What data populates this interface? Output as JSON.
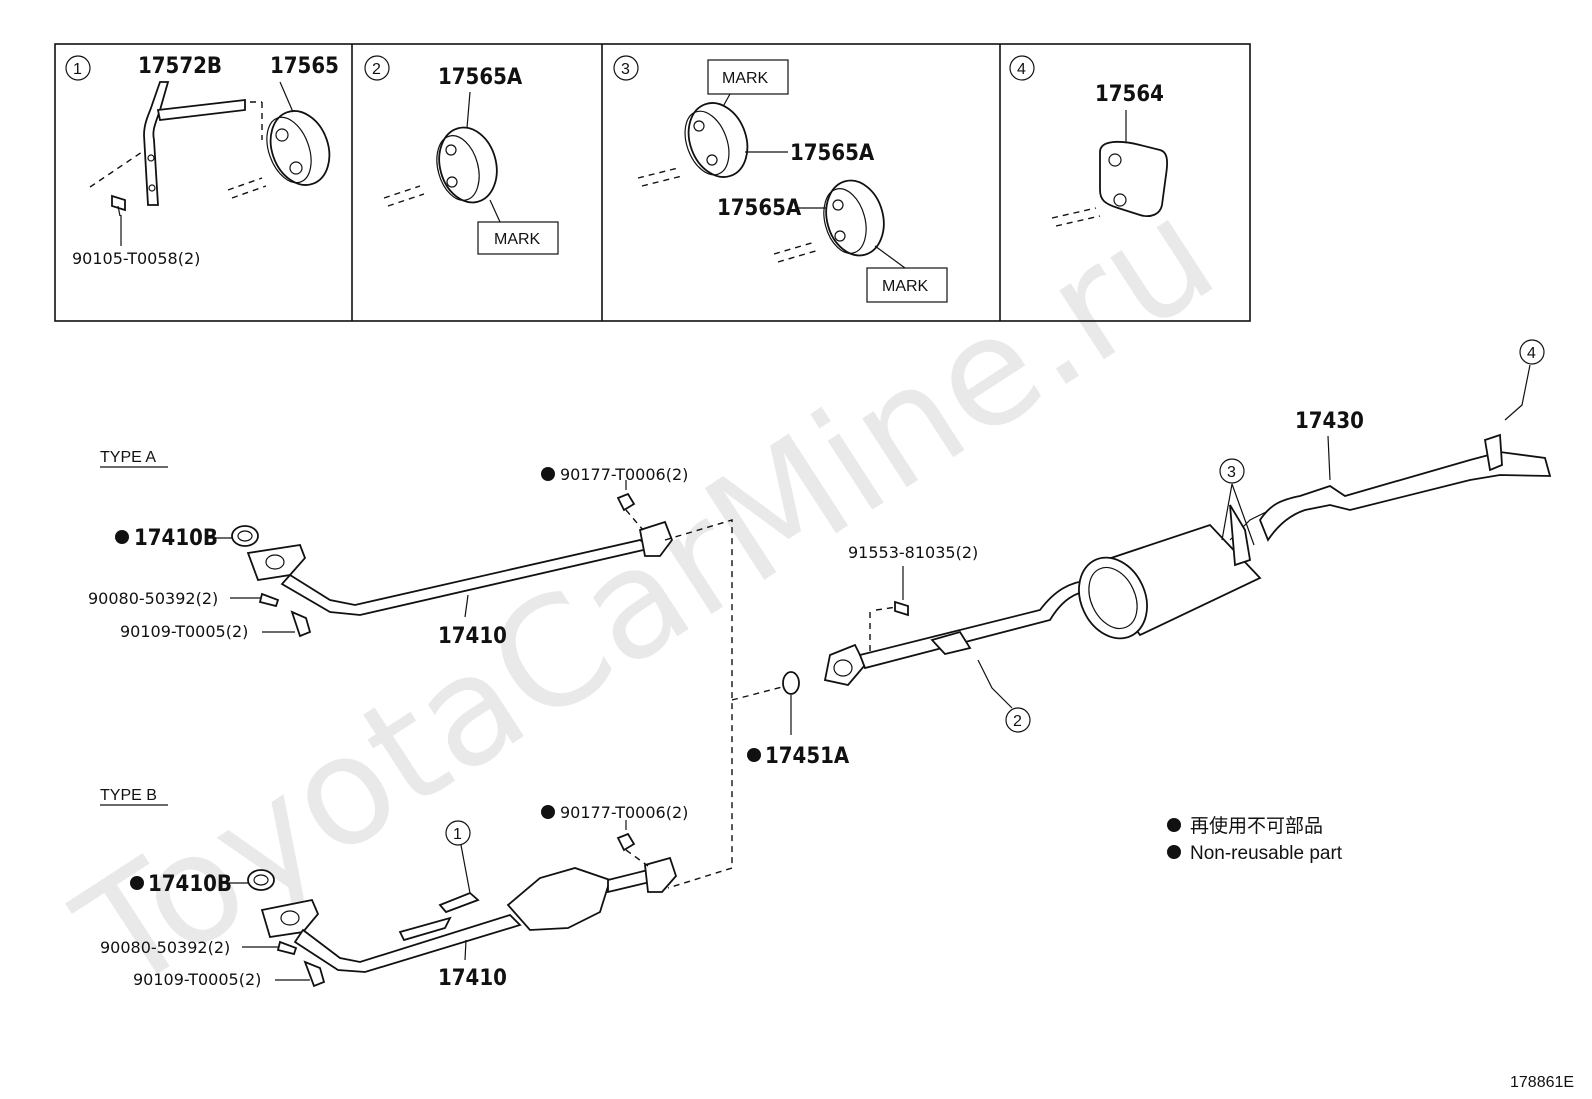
{
  "watermark": "ToyotaCarMine.ru",
  "doc_id": "178861E",
  "legend": {
    "jp": "再使用不可部品",
    "en": "Non-reusable part"
  },
  "panels": [
    {
      "num": "1",
      "parts": [
        "17572B",
        "17565"
      ],
      "bolt": "90105-T0058(2)"
    },
    {
      "num": "2",
      "parts": [
        "17565A"
      ],
      "mark": "MARK"
    },
    {
      "num": "3",
      "parts": [
        "17565A",
        "17565A"
      ],
      "mark": "MARK"
    },
    {
      "num": "4",
      "parts": [
        "17564"
      ]
    }
  ],
  "type_a": {
    "label": "TYPE A",
    "gasket": "17410B",
    "stud": "90080-50392(2)",
    "bolt": "90109-T0005(2)",
    "pipe": "17410",
    "nut": "90177-T0006(2)"
  },
  "type_b": {
    "label": "TYPE B",
    "gasket": "17410B",
    "stud": "90080-50392(2)",
    "bolt": "90109-T0005(2)",
    "pipe": "17410",
    "nut": "90177-T0006(2)",
    "ref": "1"
  },
  "center": {
    "gasket": "17451A",
    "bolt": "91553-81035(2)"
  },
  "tail": {
    "pipe": "17430",
    "ref_2": "2",
    "ref_3": "3",
    "ref_4": "4"
  }
}
